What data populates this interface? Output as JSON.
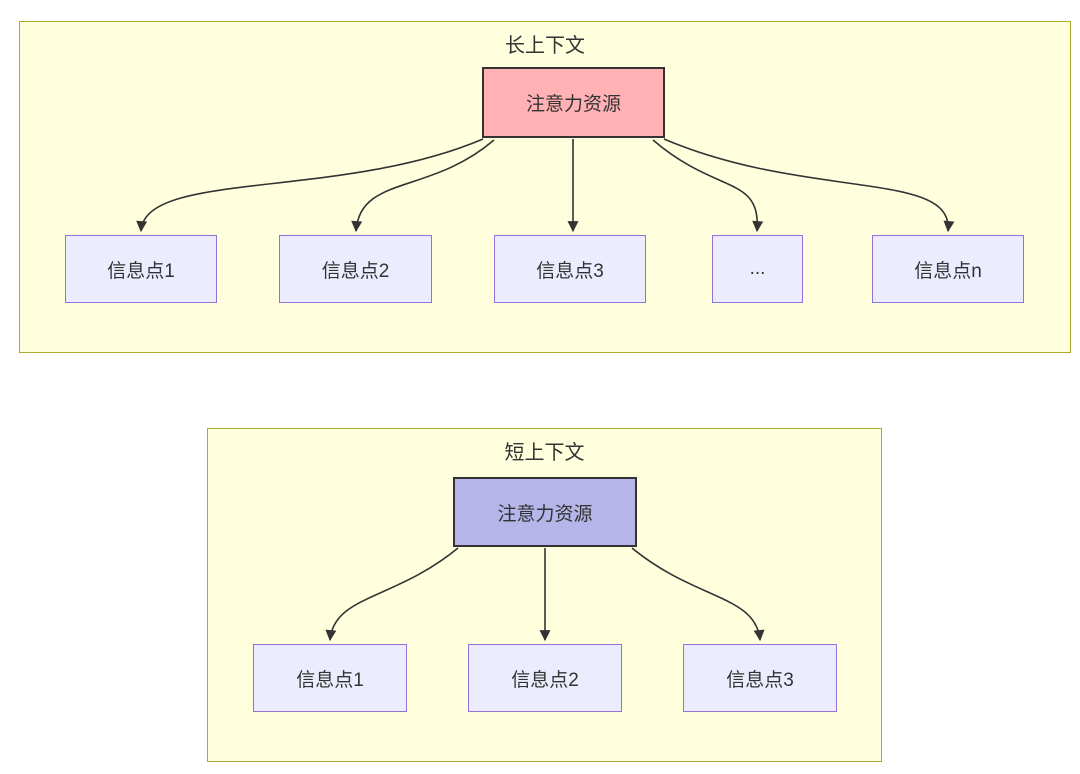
{
  "diagram": {
    "long_context": {
      "title": "长上下文",
      "attention_label": "注意力资源",
      "info_points": [
        "信息点1",
        "信息点2",
        "信息点3",
        "...",
        "信息点n"
      ]
    },
    "short_context": {
      "title": "短上下文",
      "attention_label": "注意力资源",
      "info_points": [
        "信息点1",
        "信息点2",
        "信息点3"
      ]
    },
    "colors": {
      "group_fill": "#ffffde",
      "group_border": "#aaaa33",
      "attention_long_fill": "#ffb1b4",
      "attention_short_fill": "#b5b5e9",
      "attention_border": "#333333",
      "info_fill": "#ececff",
      "info_border": "#9370db",
      "edge": "#333333",
      "text": "#333333",
      "background": "#ffffff"
    }
  }
}
